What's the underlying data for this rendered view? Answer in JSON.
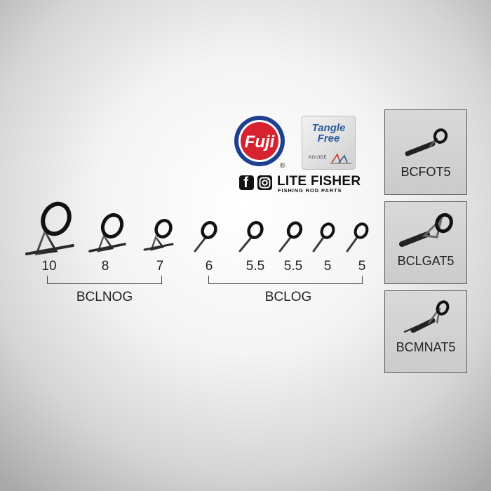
{
  "logos": {
    "fuji": {
      "text": "Fuji",
      "registered": "®",
      "ring_color": "#1f3f8f",
      "inner_color": "#d7232f"
    },
    "tangle_free": {
      "text_line1": "Tangle",
      "text_line2": "Free",
      "kguide": "KGUIDE",
      "text_color": "#2a5c9a"
    },
    "brand": {
      "name": "LITE FISHER",
      "subtitle": "FISHING ROD PARTS"
    }
  },
  "guides": {
    "sizes": [
      "10",
      "8",
      "7",
      "6",
      "5.5",
      "5.5",
      "5",
      "5"
    ],
    "groups": [
      {
        "name": "BCLNOG"
      },
      {
        "name": "BCLOG"
      }
    ]
  },
  "tip_tops": [
    {
      "code": "BCFOT5"
    },
    {
      "code": "BCLGAT5"
    },
    {
      "code": "BCMNAT5"
    }
  ]
}
